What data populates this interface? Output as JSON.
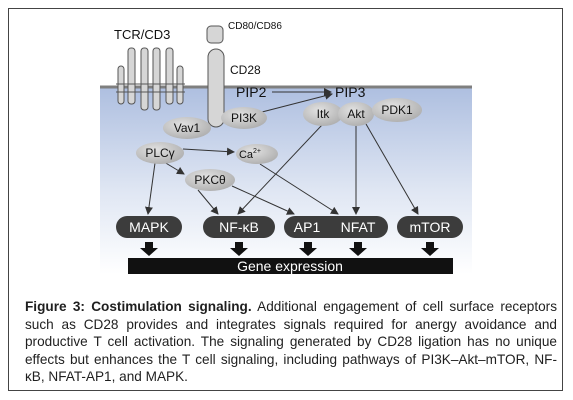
{
  "figure": {
    "receptors": {
      "tcr": "TCR/CD3",
      "cd80": "CD80/CD86",
      "cd28": "CD28"
    },
    "nodes": {
      "pip2": "PIP2",
      "pip3": "PIP3",
      "pi3k": "PI3K",
      "itk": "Itk",
      "akt": "Akt",
      "pdk1": "PDK1",
      "vav1": "Vav1",
      "plcg": "PLCγ",
      "ca": "Ca",
      "ca_sup": "2+",
      "pkc": "PKCθ"
    },
    "outputs": {
      "mapk": "MAPK",
      "nfkb": "NF-κB",
      "ap1": "AP1",
      "nfat": "NFAT",
      "mtor": "mTOR"
    },
    "gene_expression": "Gene expression",
    "colors": {
      "cell_top": "#aebfe0",
      "cell_bottom": "#ffffff",
      "membrane": "#7f7f7f",
      "node_fill": "#c3c3c3",
      "output_fill": "#3c3c3c",
      "bar_fill": "#111111"
    }
  },
  "caption": {
    "title": "Figure 3: Costimulation signaling.",
    "text": " Additional engagement of cell surface receptors such as CD28 provides and integrates signals required for anergy avoidance and productive T cell activation. The signaling generated by CD28 ligation has no unique effects but enhances the T cell signaling, including pathways of PI3K–Akt–mTOR, NF-κB, NFAT-AP1, and MAPK."
  }
}
